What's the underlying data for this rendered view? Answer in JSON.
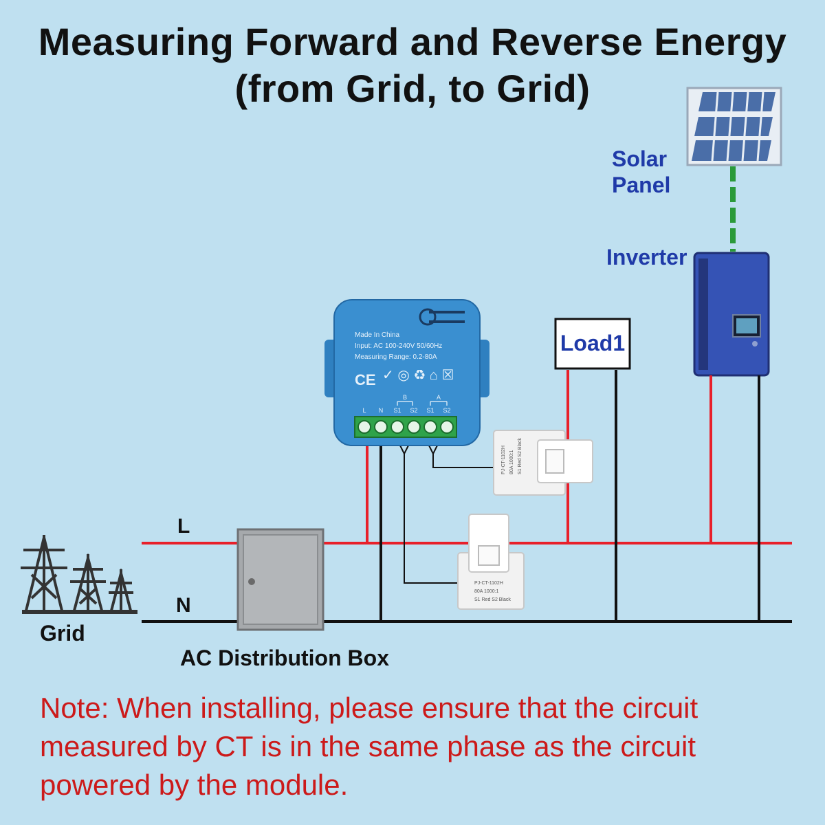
{
  "title": {
    "line1": "Measuring  Forward and Reverse Energy",
    "line2": "(from Grid, to Grid)"
  },
  "labels": {
    "solar_panel_1": "Solar",
    "solar_panel_2": "Panel",
    "inverter": "Inverter",
    "load": "Load1",
    "line_l": "L",
    "line_n": "N",
    "grid": "Grid",
    "distribution_box": "AC Distribution Box"
  },
  "module": {
    "made_in": "Made In China",
    "input": "Input: AC 100-240V 50/60Hz",
    "range": "Measuring Range: 0.2-80A",
    "cert": "CE",
    "group_b": "B",
    "group_a": "A",
    "terminals": [
      "L",
      "N",
      "S1",
      "S2",
      "S1",
      "S2"
    ]
  },
  "ct_clamp": {
    "model": "PJ-CT-1102H",
    "rating": "80A 1000:1",
    "pins": "S1 Red S2 Black"
  },
  "note": {
    "line1": "Note: When installing, please ensure that the circuit",
    "line2": "measured by CT is in the same phase as the circuit",
    "line3": "powered by the module."
  },
  "colors": {
    "background": "#bfe0f0",
    "title": "#111111",
    "blue_label": "#1f3aa8",
    "note": "#cc1a1a",
    "live_wire": "#e8202a",
    "neutral_wire": "#111111",
    "dc_wire": "#2a9a3a",
    "module_blue": "#3a8fd0",
    "inverter_blue": "#3553b5"
  }
}
